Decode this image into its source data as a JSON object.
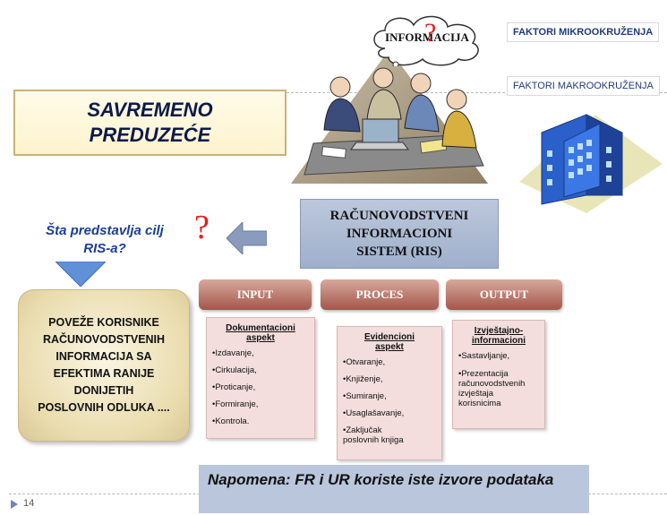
{
  "cloud": {
    "label": "INFORMACIJA",
    "mark": "?"
  },
  "labels": {
    "mikro": "FAKTORI MIKROOKRUŽENJA",
    "makro": "FAKTORI MAKROOKRUŽENJA"
  },
  "title": {
    "text": "SAVREMENO\nPREDUZEĆE"
  },
  "ris": {
    "text": "RAČUNOVODSTVENI\nINFORMACIONI\nSISTEM (RIS)"
  },
  "question": {
    "text": "Šta predstavlja cilj\nRIS-a?",
    "mark": "?"
  },
  "goal": {
    "text": "POVEŽE KORISNIKE\nRAČUNOVODSTVENIH\nINFORMACIJA SA\nEFEKTIMA RANIJE\nDONIJETIH\nPOSLOVNIH ODLUKA ...."
  },
  "tabs": {
    "input": "INPUT",
    "proces": "PROCES",
    "output": "OUTPUT"
  },
  "input_box": {
    "header": "Dokumentacioni\naspekt",
    "items": [
      "•Izdavanje,",
      "•Cirkulacija,",
      "•Proticanje,",
      "•Formiranje,",
      "•Kontrola."
    ]
  },
  "proces_box": {
    "header": "Evidencioni\naspekt",
    "items": [
      "•Otvaranje,",
      "•Knjiženje,",
      "•Sumiranje,",
      "•Usaglašavanje,",
      "•Zaključak\nposlovnih knjiga"
    ]
  },
  "output_box": {
    "header": "Izvještajno-\ninformacioni",
    "items": [
      "•Sastavljanje,",
      "•Prezentacija\nračunovodstvenih\nizvještaja\nkorisnicima"
    ]
  },
  "note": {
    "text": "Napomena: FR i UR koriste iste izvore podataka"
  },
  "footer": {
    "page": "14"
  }
}
